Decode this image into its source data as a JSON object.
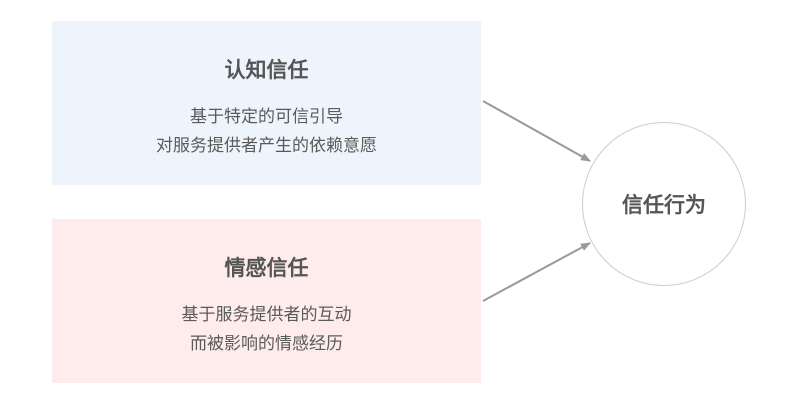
{
  "cognitive": {
    "title": "认知信任",
    "lines": [
      "基于特定的可信引导",
      "对服务提供者产生的依赖意愿"
    ]
  },
  "affective": {
    "title": "情感信任",
    "lines": [
      "基于服务提供者的互动",
      "而被影响的情感经历"
    ]
  },
  "result": {
    "label": "信任行为"
  },
  "colors": {
    "cognitive_bg": "#edf4fb",
    "affective_bg": "#fdeceb",
    "arrow": "#999999"
  }
}
